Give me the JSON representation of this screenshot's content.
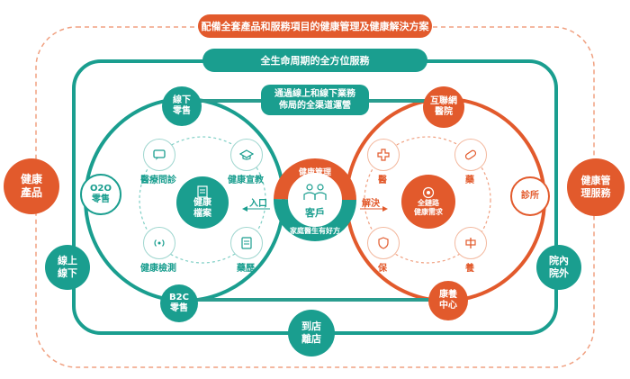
{
  "banner_top": "配備全套產品和服務項目的健康管理及健康解決方案",
  "banner_lifecycle": "全生命周期的全方位服務",
  "banner_online_offline": "通過線上和線下業務\n佈局的全渠道運營",
  "outer_left": "健康\n產品",
  "outer_right": "健康管\n理服務",
  "left_ring": {
    "offline_retail": "線下\n零售",
    "o2o_retail": "O2O\n零售",
    "online_offline": "線上\n線下",
    "b2c_retail": "B2C\n零售"
  },
  "right_ring": {
    "internet_hospital": "互聯網\n醫院",
    "clinic": "診所",
    "in_out_hospital": "院內\n院外",
    "care_center": "康養\n中心"
  },
  "bottom_center": "到店\n離店",
  "left_inner": {
    "consult": "醫療問診",
    "education": "健康宣教",
    "records": "健康\n檔案",
    "monitoring": "健康檢測",
    "medication": "藥歷"
  },
  "right_inner": {
    "medical": "醫",
    "pharma": "藥",
    "needs": "全鏈路\n健康需求",
    "insurance": "保",
    "nursing": "養"
  },
  "center": {
    "top_arc": "健康管理",
    "label": "客戶",
    "bottom_arc": "家庭醫生有好方"
  },
  "entry_label": "入口",
  "solve_label": "解決",
  "colors": {
    "teal": "#1a9e8f",
    "orange": "#e25a2c",
    "orange_dash": "#f0a080"
  }
}
